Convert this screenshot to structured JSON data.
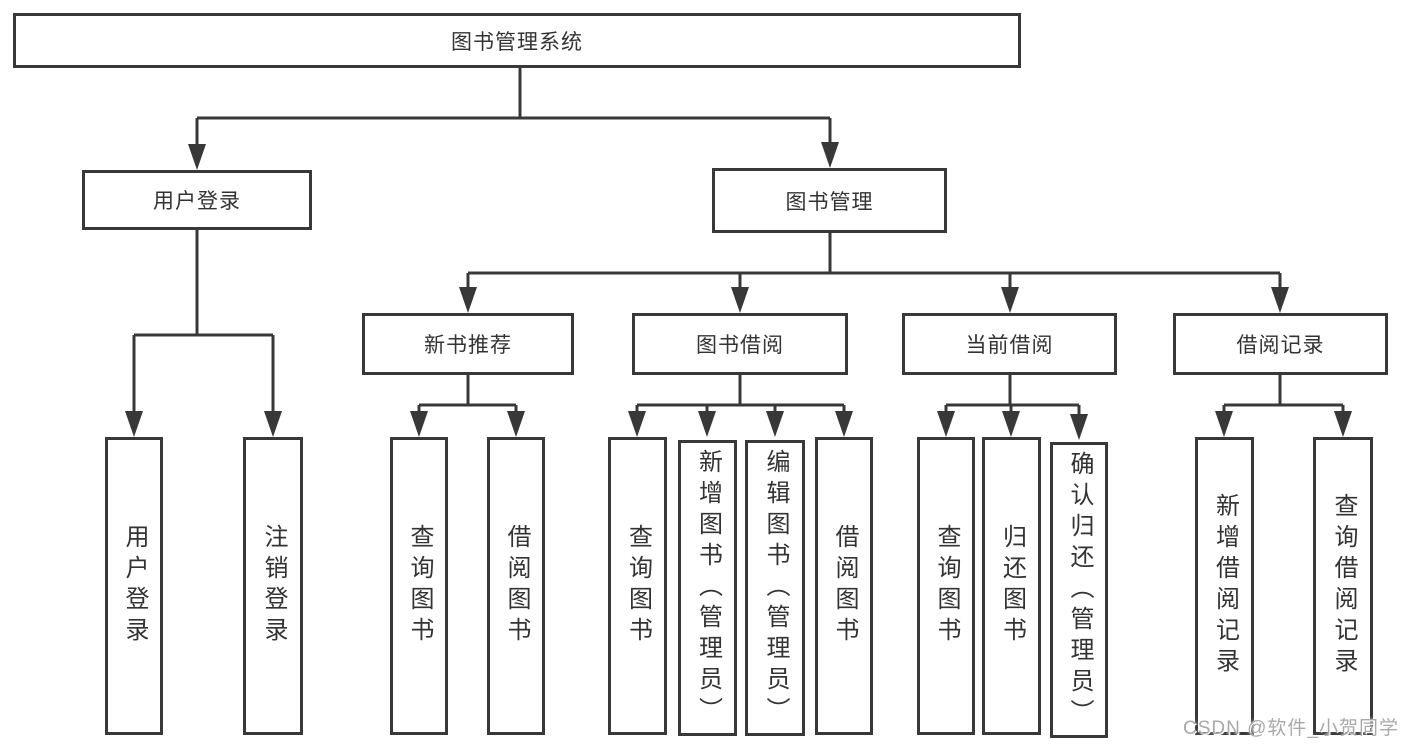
{
  "diagram": {
    "root": {
      "label": "图书管理系统"
    },
    "branches": [
      {
        "label": "用户登录",
        "children": [
          {
            "label": "用户登录"
          },
          {
            "label": "注销登录"
          }
        ]
      },
      {
        "label": "图书管理",
        "children": [
          {
            "label": "新书推荐",
            "children": [
              {
                "label": "查询图书"
              },
              {
                "label": "借阅图书"
              }
            ]
          },
          {
            "label": "图书借阅",
            "children": [
              {
                "label": "查询图书"
              },
              {
                "label": "新增图书（管理员）"
              },
              {
                "label": "编辑图书（管理员）"
              },
              {
                "label": "借阅图书"
              }
            ]
          },
          {
            "label": "当前借阅",
            "children": [
              {
                "label": "查询图书"
              },
              {
                "label": "归还图书"
              },
              {
                "label": "确认归还（管理员）"
              }
            ]
          },
          {
            "label": "借阅记录",
            "children": [
              {
                "label": "新增借阅记录"
              },
              {
                "label": "查询借阅记录"
              }
            ]
          }
        ]
      }
    ]
  },
  "watermark": {
    "text": "CSDN @软件_小贺同学"
  },
  "colors": {
    "line": "#383838",
    "border": "#383838",
    "text": "#333333",
    "background": "#ffffff",
    "watermark": "#a9a9a9"
  }
}
